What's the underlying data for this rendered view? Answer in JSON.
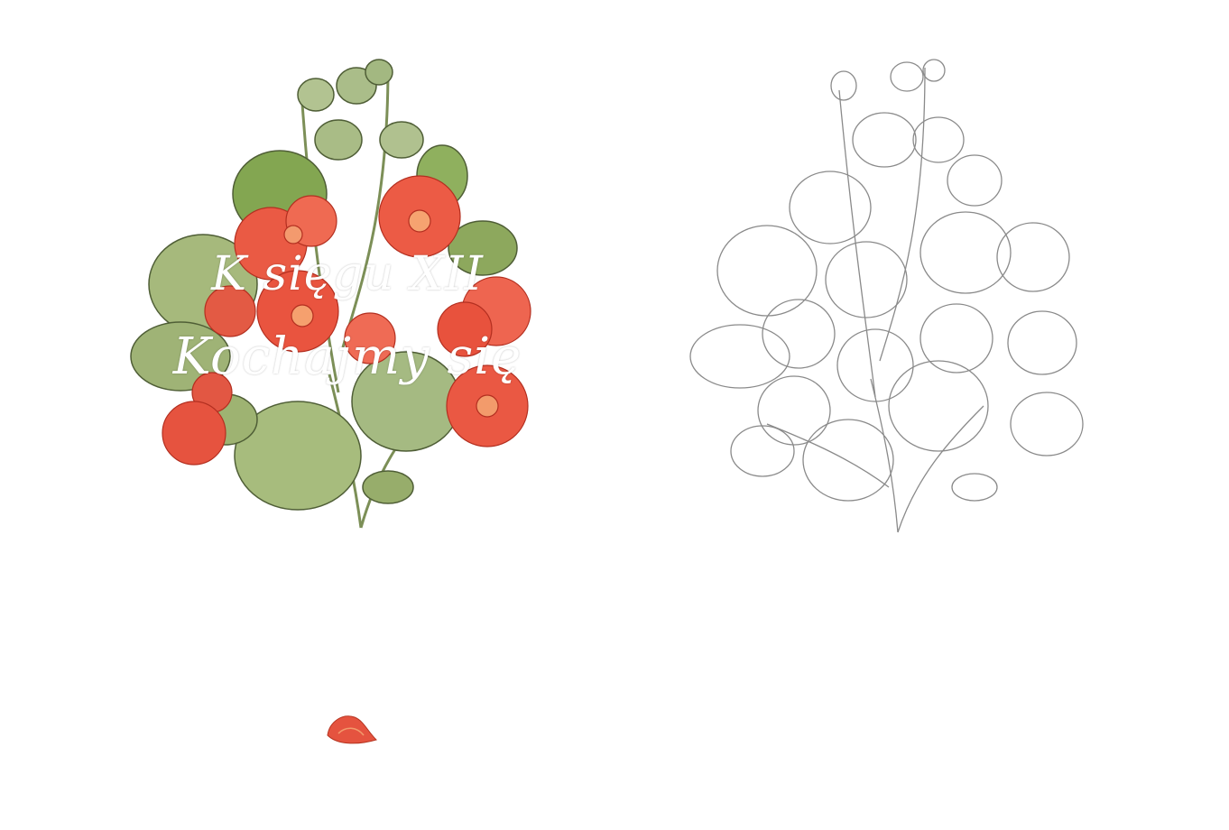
{
  "overlay": {
    "line1": "K sięgu XII",
    "line2": "Kochajmy się"
  },
  "colors": {
    "background": "#ffffff",
    "petal_red": "#e5533f",
    "leaf_green": "#8fa86a",
    "line_gray": "#8a8a8a",
    "overlay_text": "#ffffff"
  },
  "illustrations": [
    "nasturtium-colored-illustration",
    "nasturtium-line-art",
    "fallen-petal"
  ]
}
